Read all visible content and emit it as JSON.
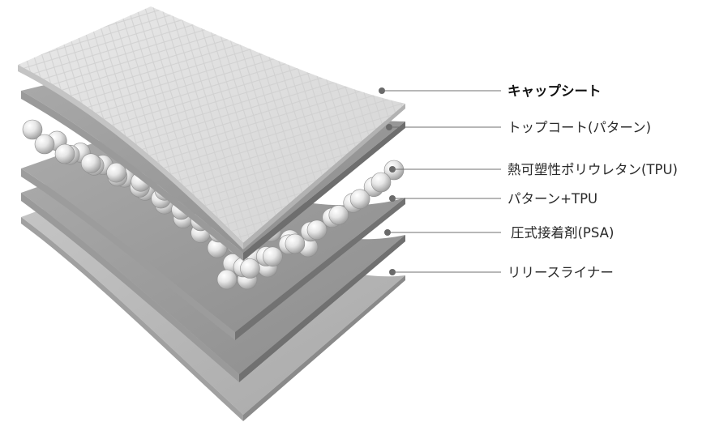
{
  "layers": [
    {
      "id": "cap-sheet",
      "label": "キャップシート",
      "bold": true
    },
    {
      "id": "top-coat",
      "label": "トップコート(パターン)",
      "bold": false
    },
    {
      "id": "tpu",
      "label": "熱可塑性ポリウレタン(TPU)",
      "bold": false
    },
    {
      "id": "pattern-tpu",
      "label": "パターン+TPU",
      "bold": false
    },
    {
      "id": "psa",
      "label": "圧式接着剤(PSA)",
      "bold": false
    },
    {
      "id": "release-liner",
      "label": "リリースライナー",
      "bold": false
    }
  ],
  "colors": {
    "cap_top": "#dcdcdc",
    "cap_edge": "#c6c6c6",
    "layer_top": "#9c9c9c",
    "layer_edge": "#7a7a7a",
    "liner_top": "#b8b8b8",
    "liner_edge": "#959595",
    "bead": "#e4e4e4",
    "leader": "#6f6f6f"
  }
}
